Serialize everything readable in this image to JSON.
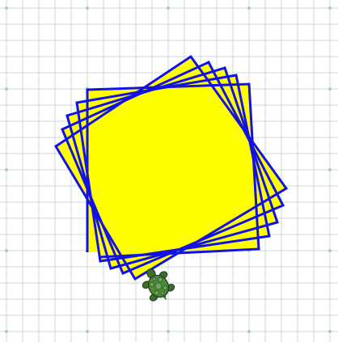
{
  "canvas": {
    "background_color": "#ffffff",
    "grid_color": "#c8d8dc",
    "grid_dot_color": "#b4c8cc",
    "show_grid": true
  },
  "drawing": {
    "fill_color": "#ffff00",
    "stroke_color": "#1212e6",
    "square_count": 5,
    "turn_between_squares_deg": 10
  },
  "turtle": {
    "icon": "turtle-icon",
    "shell_color": "#4e8a3c",
    "skin_color": "#3c6e2e",
    "heading_deg": 60
  }
}
